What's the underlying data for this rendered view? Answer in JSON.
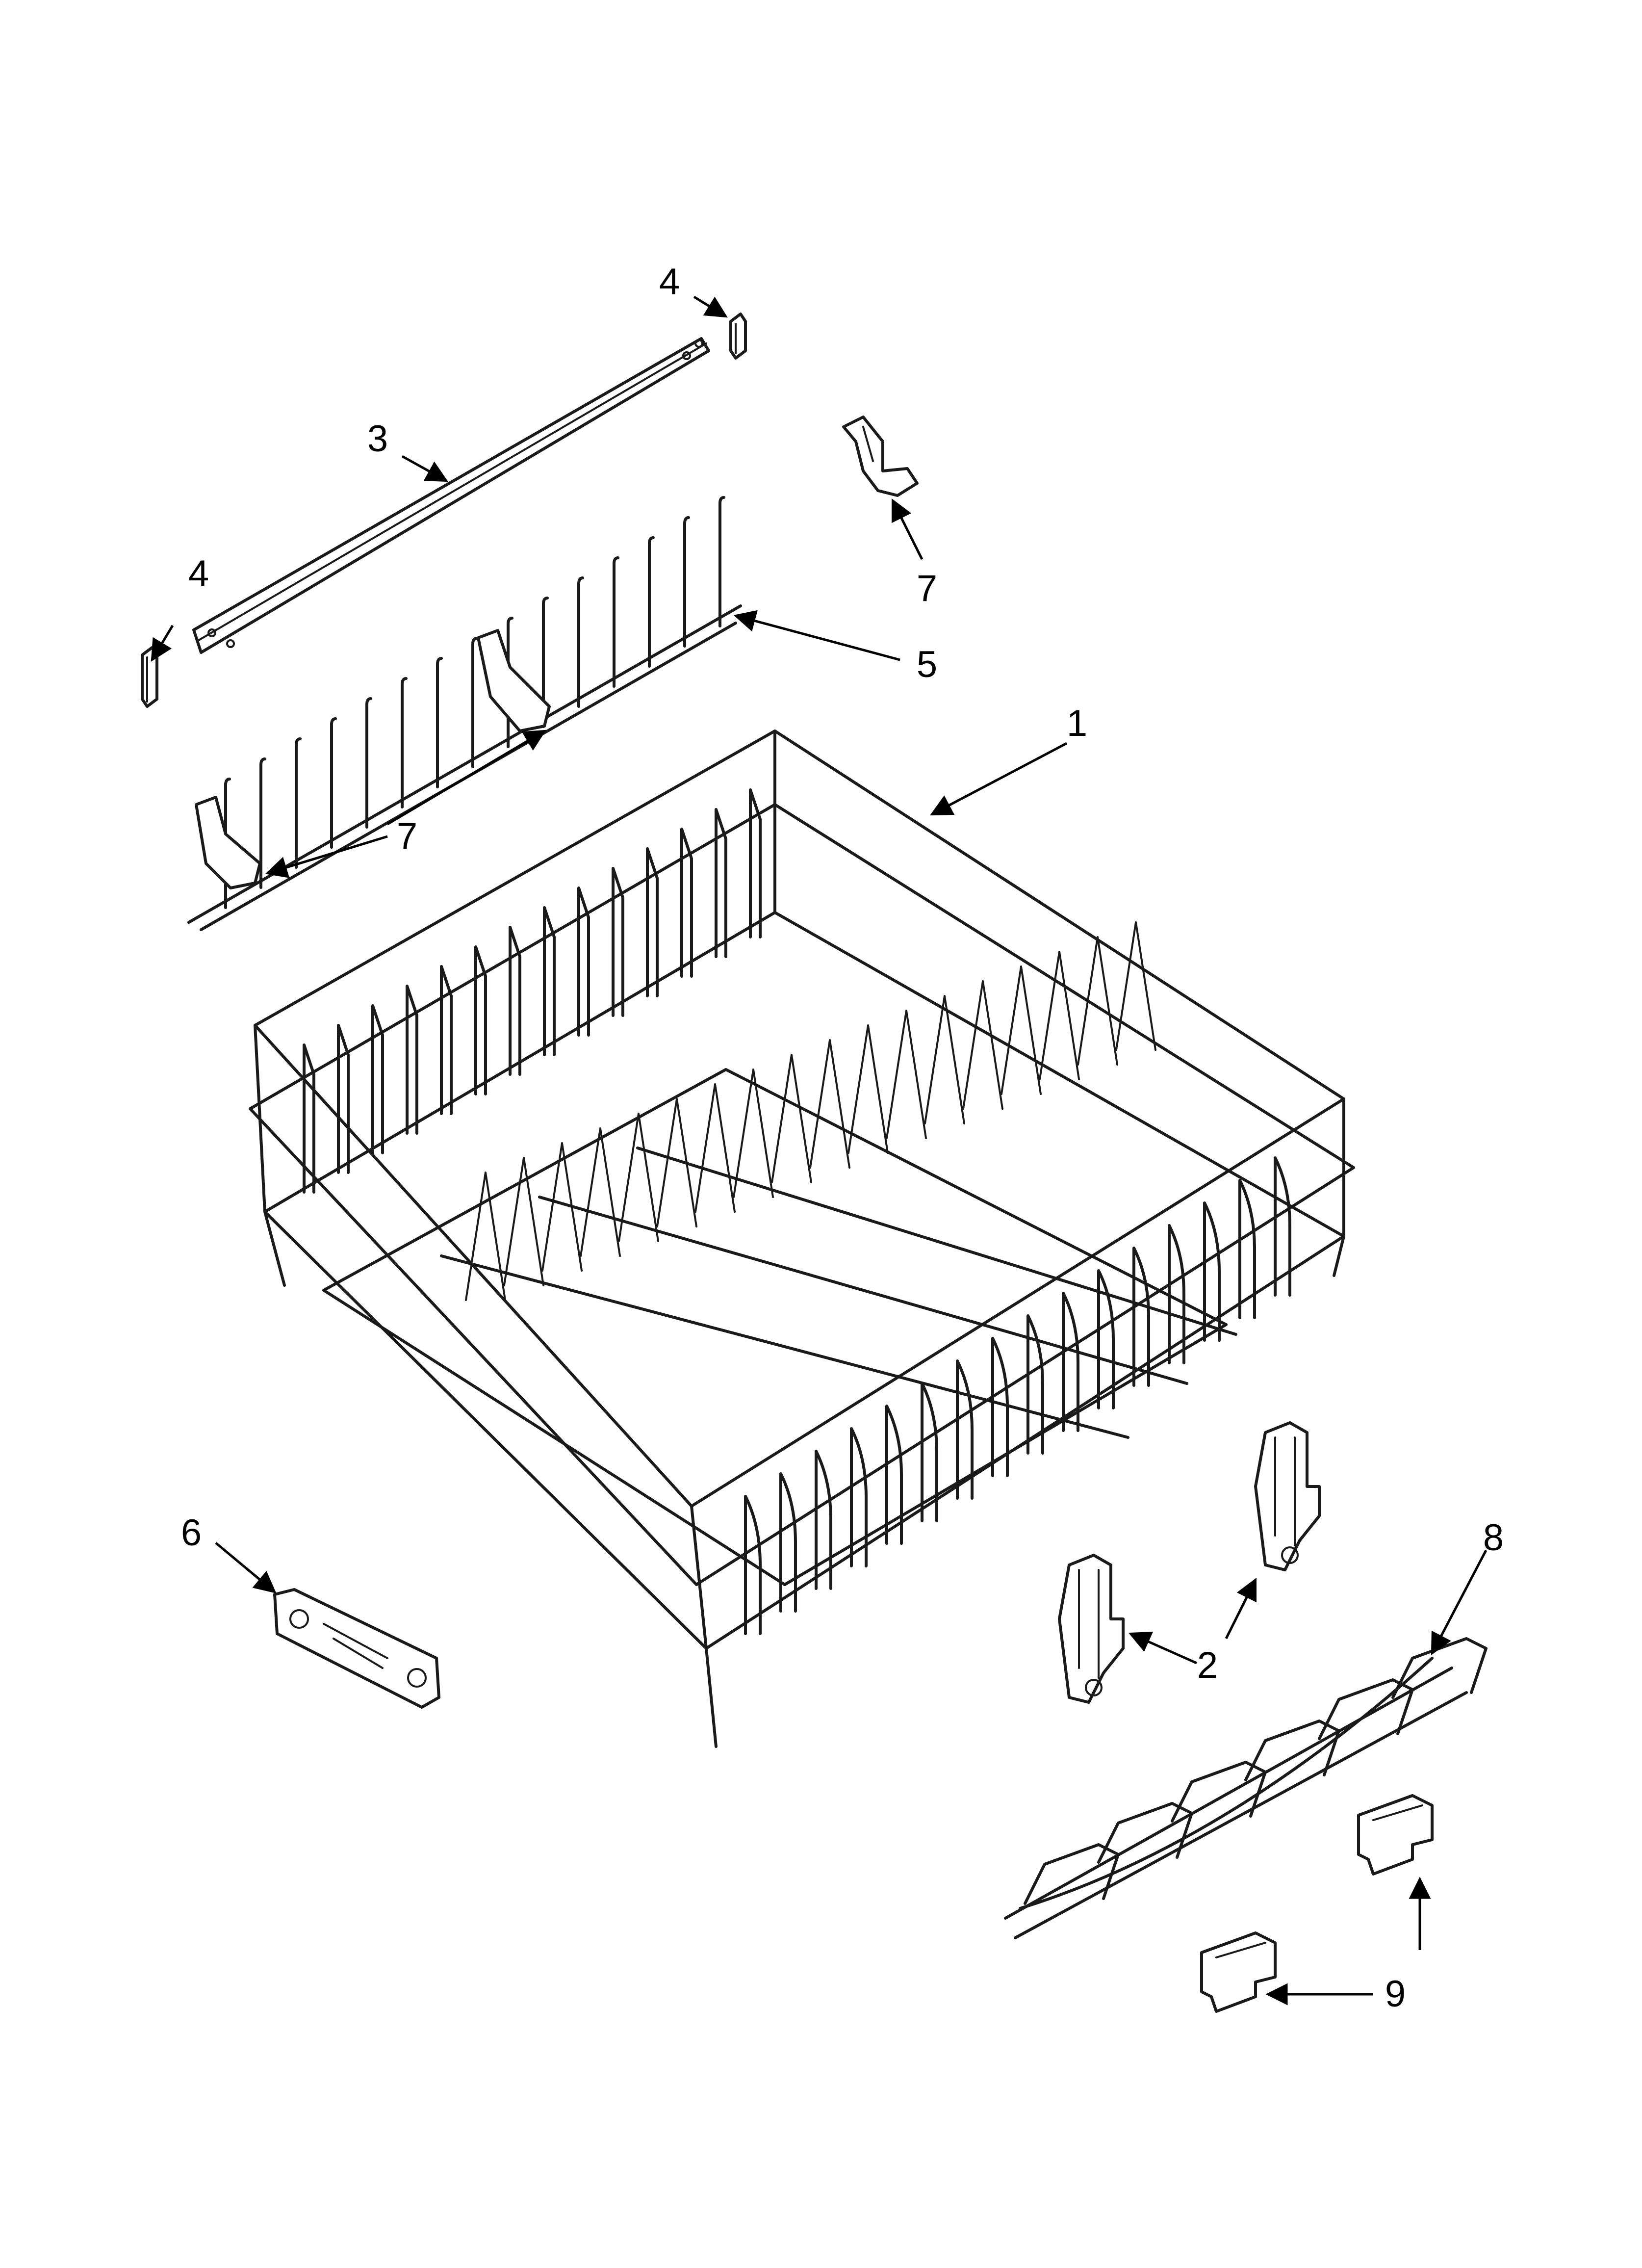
{
  "colors": {
    "ink": "#1a1a1a",
    "background": "#ffffff"
  },
  "callouts": {
    "rack": "1",
    "roller_assembly_a": "2",
    "roller_assembly_b": "2",
    "rail": "3",
    "end_cap_top": "4",
    "end_cap_left": "4",
    "tine_row": "5",
    "adjuster": "6",
    "clip_top": "7",
    "clip_lower": "7",
    "shelf": "8",
    "shelf_clip": "9"
  }
}
